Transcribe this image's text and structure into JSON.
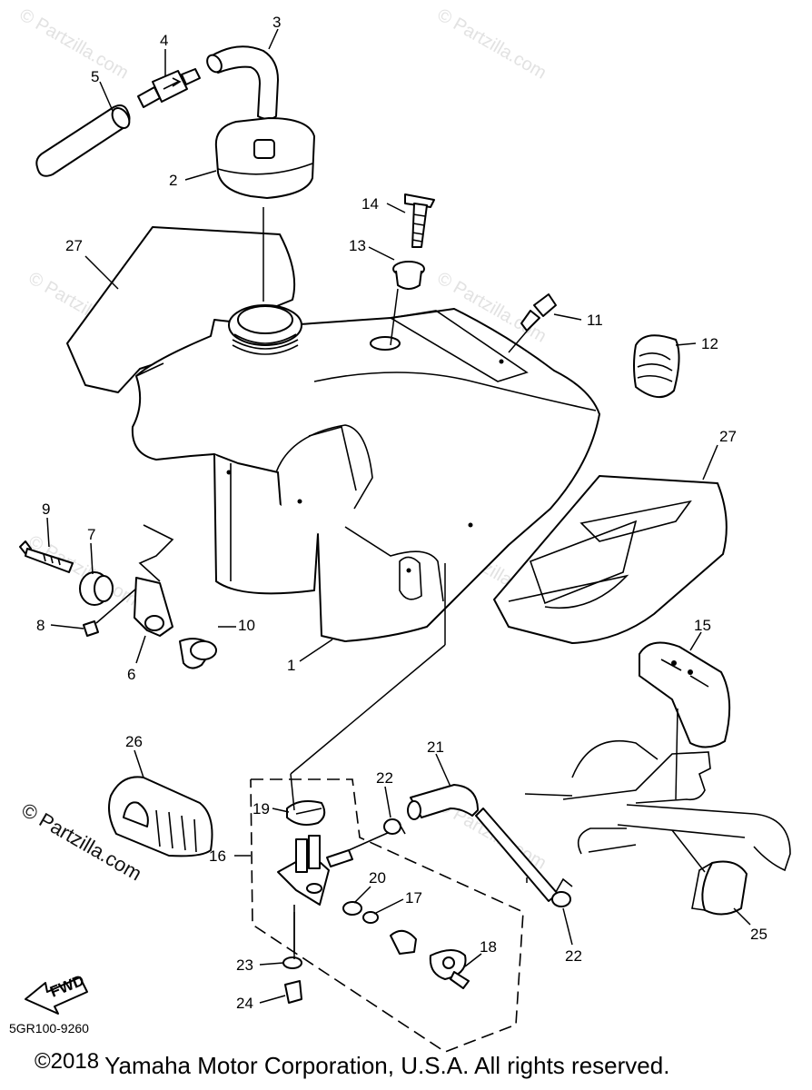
{
  "watermark": "© Partzilla.com",
  "fwd_label": "FWD",
  "diagram_code": "5GR100-9260",
  "copyright": {
    "year": "©2018",
    "text": "Yamaha Motor Corporation, U.S.A. All rights reserved."
  },
  "callouts": [
    "1",
    "2",
    "3",
    "4",
    "5",
    "6",
    "7",
    "8",
    "9",
    "10",
    "11",
    "12",
    "13",
    "14",
    "15",
    "16",
    "17",
    "18",
    "19",
    "20",
    "21",
    "22",
    "22",
    "23",
    "24",
    "25",
    "26",
    "27",
    "27"
  ]
}
